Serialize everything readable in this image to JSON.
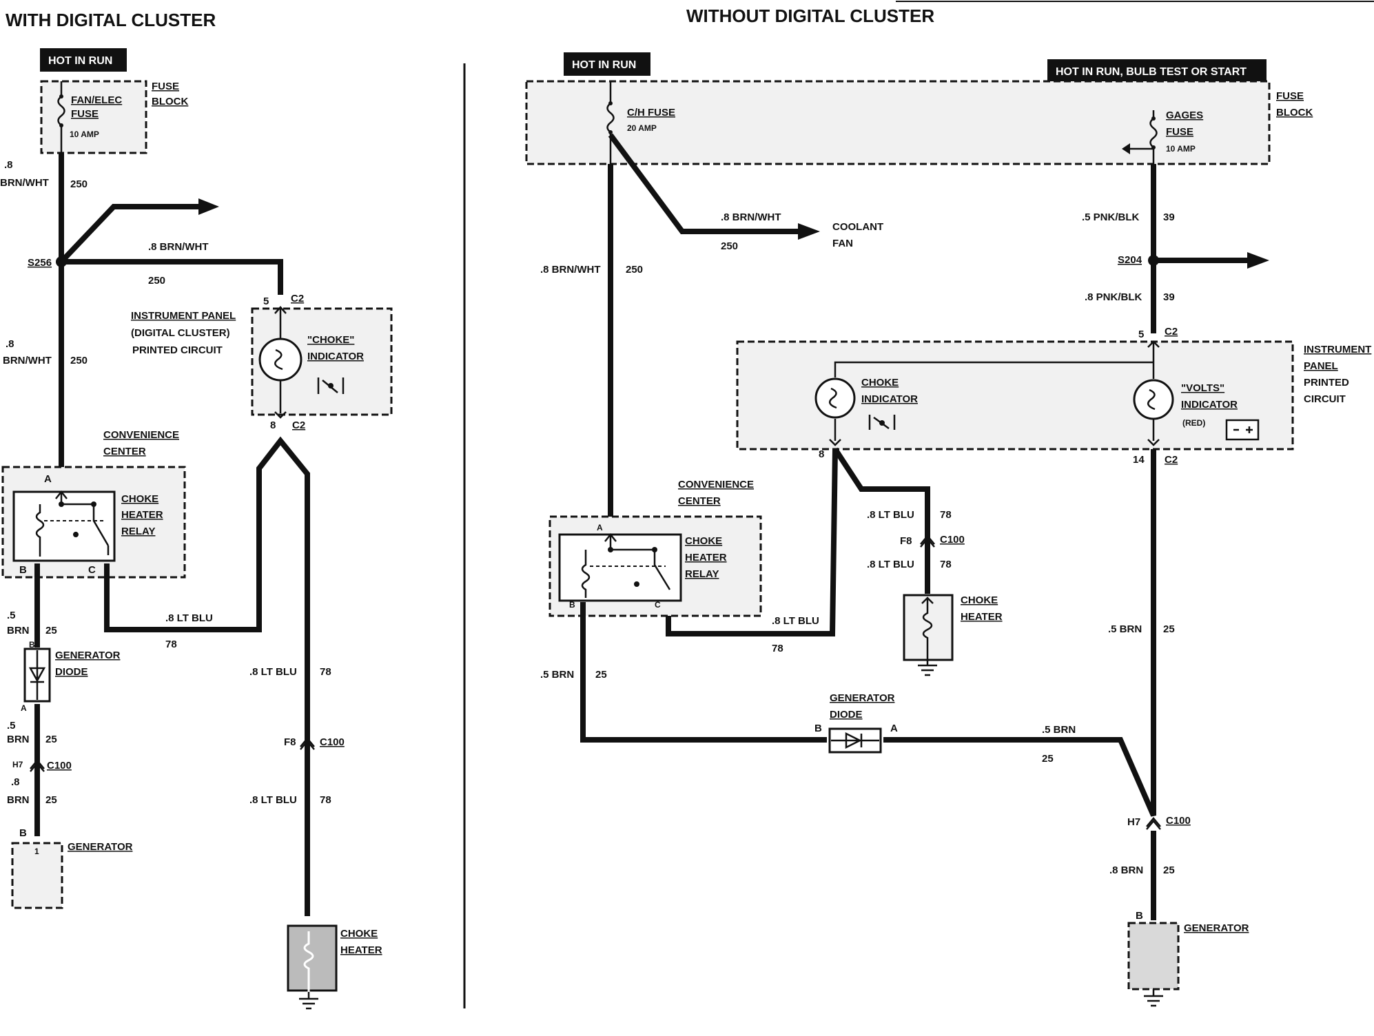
{
  "left": {
    "title": "WITH DIGITAL CLUSTER",
    "hot_in_run": "HOT IN RUN",
    "fuse_name": "FAN/ELEC",
    "fuse_word": "FUSE",
    "fuse_amp": "10 AMP",
    "fuse_block": [
      "FUSE",
      "BLOCK"
    ],
    "wire_top_size": ".8",
    "wire_top_color": "BRN/WHT",
    "wire_top_num": "250",
    "splice": "S256",
    "branch_size_color": ".8 BRN/WHT",
    "branch_num": "250",
    "wire_mid_size": ".8",
    "wire_mid_color": "BRN/WHT",
    "wire_mid_num": "250",
    "ip_title": [
      "INSTRUMENT PANEL",
      "(DIGITAL CLUSTER)",
      "PRINTED CIRCUIT"
    ],
    "conn_c2_top_pin": "5",
    "conn_c2": "C2",
    "choke_indicator": [
      "\"CHOKE\"",
      "INDICATOR"
    ],
    "conn_c2_bot_pin": "8",
    "conv_center": [
      "CONVENIENCE",
      "CENTER"
    ],
    "relay": [
      "CHOKE",
      "HEATER",
      "RELAY"
    ],
    "relay_pin_a": "A",
    "relay_pin_b": "B",
    "relay_pin_c": "C",
    "ltblu_wire": ".8 LT BLU",
    "ltblu_num": "78",
    "ltblu_wire2": ".8 LT BLU",
    "ltblu_num2": "78",
    "ltblu_wire3": ".8 LT BLU",
    "ltblu_num3": "78",
    "c100_pin_f8": "F8",
    "c100": "C100",
    "brn1_size": ".5",
    "brn1_color": "BRN",
    "brn1_num": "25",
    "diode": [
      "GENERATOR",
      "DIODE"
    ],
    "diode_pin_b": "B",
    "diode_pin_a": "A",
    "brn2_size": ".5",
    "brn2_color": "BRN",
    "brn2_num": "25",
    "c100_pin_h7": "H7",
    "c100_b": "C100",
    "brn3_size": ".8",
    "brn3_color": "BRN",
    "brn3_num": "25",
    "gen_pin": "B",
    "gen_term": "1",
    "generator": "GENERATOR",
    "choke_heater": [
      "CHOKE",
      "HEATER"
    ]
  },
  "right": {
    "title": "WITHOUT DIGITAL CLUSTER",
    "hot_in_run": "HOT IN RUN",
    "hot_bulb_test": "HOT IN RUN, BULB TEST OR START",
    "ch_fuse": "C/H FUSE",
    "ch_fuse_amp": "20 AMP",
    "gages_fuse": [
      "GAGES",
      "FUSE"
    ],
    "gages_amp": "10 AMP",
    "fuse_block": [
      "FUSE",
      "BLOCK"
    ],
    "coolant_wire": ".8 BRN/WHT",
    "coolant_num": "250",
    "coolant_fan": [
      "COOLANT",
      "FAN"
    ],
    "main_wire": ".8 BRN/WHT",
    "main_num": "250",
    "pnk1": ".5 PNK/BLK",
    "pnk1_num": "39",
    "splice": "S204",
    "pnk2": ".8 PNK/BLK",
    "pnk2_num": "39",
    "c2_top_pin": "5",
    "c2": "C2",
    "ip_title": [
      "INSTRUMENT",
      "PANEL",
      "PRINTED",
      "CIRCUIT"
    ],
    "choke_indicator": [
      "CHOKE",
      "INDICATOR"
    ],
    "volts_indicator": [
      "\"VOLTS\"",
      "INDICATOR",
      "(RED)"
    ],
    "c2_pin_8": "8",
    "c2_pin_14": "14",
    "c2_b": "C2",
    "conv_center": [
      "CONVENIENCE",
      "CENTER"
    ],
    "relay": [
      "CHOKE",
      "HEATER",
      "RELAY"
    ],
    "relay_pin_a": "A",
    "relay_pin_b": "B",
    "relay_pin_c": "C",
    "ltblu1": ".8 LT BLU",
    "ltblu1_num": "78",
    "c100_f8": "F8",
    "c100": "C100",
    "ltblu2": ".8 LT BLU",
    "ltblu2_num": "78",
    "choke_heater": [
      "CHOKE",
      "HEATER"
    ],
    "relay_out": ".8 LT BLU",
    "relay_out_num": "78",
    "brn_left": ".5 BRN",
    "brn_left_num": "25",
    "diode": [
      "GENERATOR",
      "DIODE"
    ],
    "diode_pin_b": "B",
    "diode_pin_a": "A",
    "brn_diode": ".5 BRN",
    "brn_diode_num": "25",
    "brn_right": ".5 BRN",
    "brn_right_num": "25",
    "c100_h7": "H7",
    "c100_b": "C100",
    "brn8": ".8 BRN",
    "brn8_num": "25",
    "gen_pin": "B",
    "generator": "GENERATOR"
  }
}
